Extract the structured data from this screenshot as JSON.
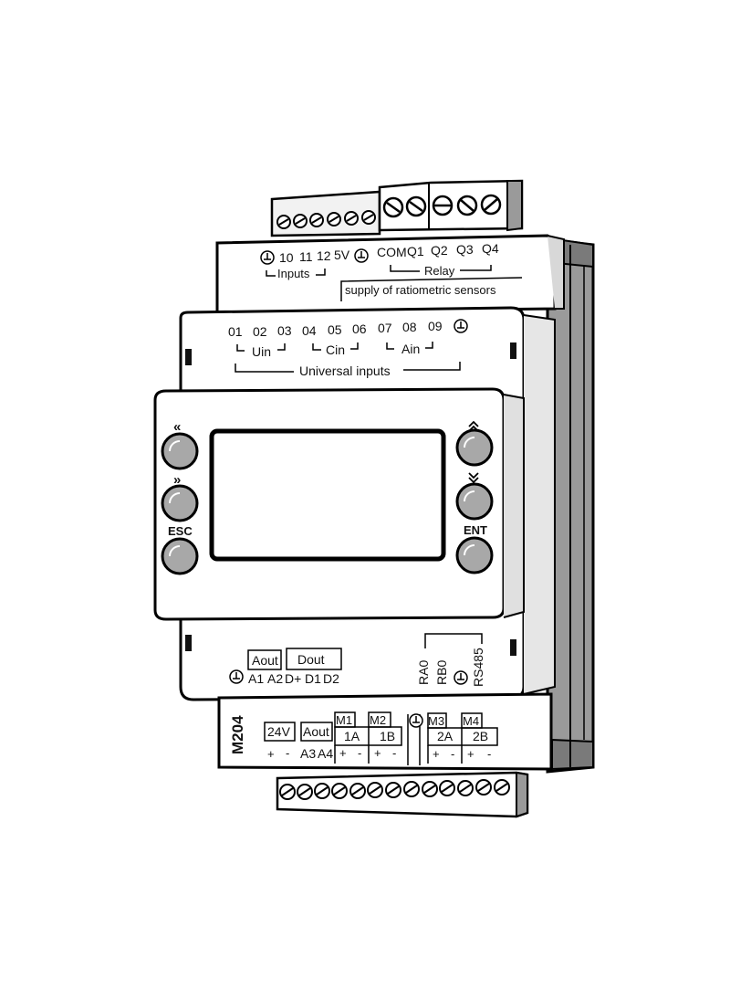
{
  "top_labels": {
    "inputs_terminals": [
      "10",
      "11",
      "12",
      "5V"
    ],
    "inputs_caption": "Inputs",
    "relay_terminals": [
      "COM",
      "Q1",
      "Q2",
      "Q3",
      "Q4"
    ],
    "relay_caption": "Relay",
    "ratiometric_caption": "supply of ratiometric sensors"
  },
  "universal": {
    "terminals": [
      "01",
      "02",
      "03",
      "04",
      "05",
      "06",
      "07",
      "08",
      "09"
    ],
    "uin": "Uin",
    "cin": "Cin",
    "ain": "Ain",
    "caption": "Universal inputs"
  },
  "buttons": {
    "left_top": "«",
    "left_mid": "»",
    "esc": "ESC",
    "right_top": "⌃",
    "right_mid": "⌄",
    "ent": "ENT"
  },
  "bottom_labels": {
    "aout_box": "Aout",
    "dout_box": "Dout",
    "terminals_left": [
      "A1",
      "A2",
      "D+",
      "D1",
      "D2"
    ],
    "rs485_terminals": [
      "RA0",
      "RB0",
      "RS485"
    ],
    "model": "M204",
    "box_24v": "24V",
    "box_aout2": "Aout",
    "a3": "A3",
    "a4": "A4",
    "m1": "M1",
    "m2": "M2",
    "m3": "M3",
    "m4": "M4",
    "ch_1a": "1A",
    "ch_1b": "1B",
    "ch_2a": "2A",
    "ch_2b": "2B"
  }
}
